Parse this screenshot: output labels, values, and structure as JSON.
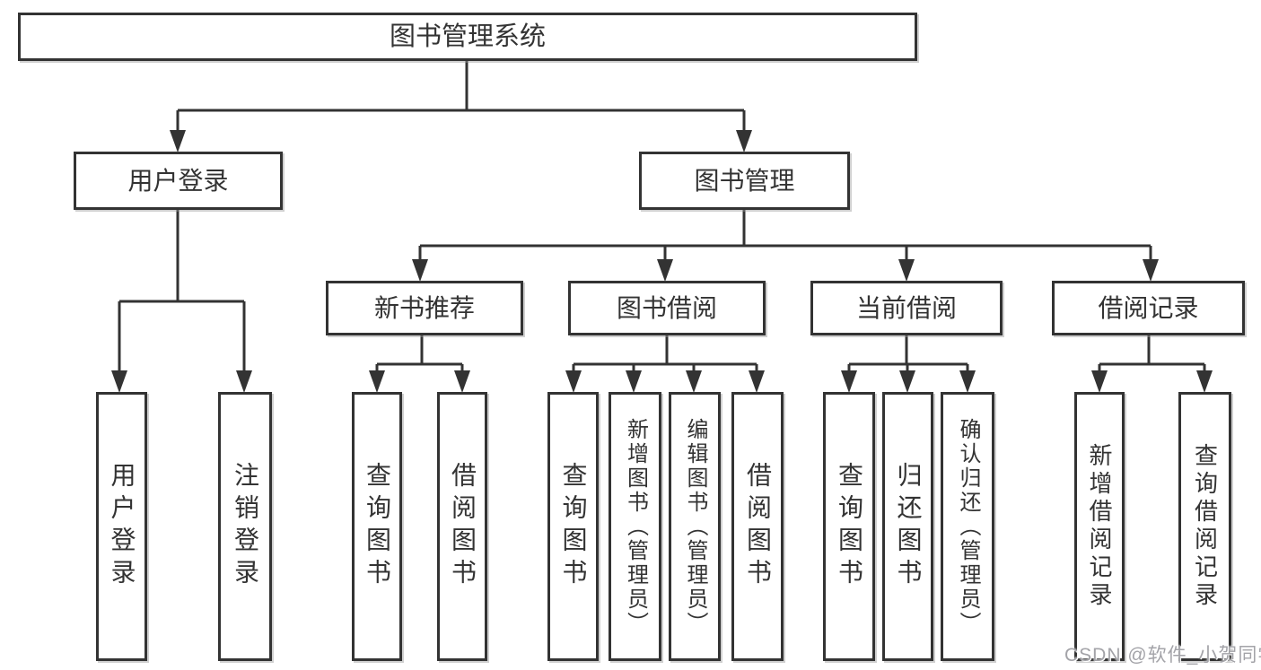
{
  "diagram_title": "图书管理系统",
  "watermark": "CSDN @软件_小贺同学",
  "nodes": {
    "root": "图书管理系统",
    "user_login": "用户登录",
    "book_mgmt": "图书管理",
    "new_book_rec": "新书推荐",
    "book_borrow": "图书借阅",
    "current_borrow": "当前借阅",
    "borrow_record": "借阅记录",
    "ul_user_login": "用户登录",
    "ul_logout": "注销登录",
    "nb_query_book": "查询图书",
    "nb_borrow_book": "借阅图书",
    "bb_query_book": "查询图书",
    "bb_add_book": "新增图书（管理员）",
    "bb_edit_book": "编辑图书（管理员）",
    "bb_borrow_book": "借阅图书",
    "cb_query_book": "查询图书",
    "cb_return_book": "归还图书",
    "cb_confirm_return": "确认归还（管理员）",
    "br_add_record": "新增借阅记录",
    "br_query_record": "查询借阅记录"
  },
  "hierarchy": {
    "图书管理系统": {
      "用户登录": [
        "用户登录",
        "注销登录"
      ],
      "图书管理": {
        "新书推荐": [
          "查询图书",
          "借阅图书"
        ],
        "图书借阅": [
          "查询图书",
          "新增图书（管理员）",
          "编辑图书（管理员）",
          "借阅图书"
        ],
        "当前借阅": [
          "查询图书",
          "归还图书",
          "确认归还（管理员）"
        ],
        "借阅记录": [
          "新增借阅记录",
          "查询借阅记录"
        ]
      }
    }
  },
  "colors": {
    "line": "#333333",
    "text": "#333333",
    "background": "#ffffff",
    "watermark": "#a3a3a8"
  }
}
